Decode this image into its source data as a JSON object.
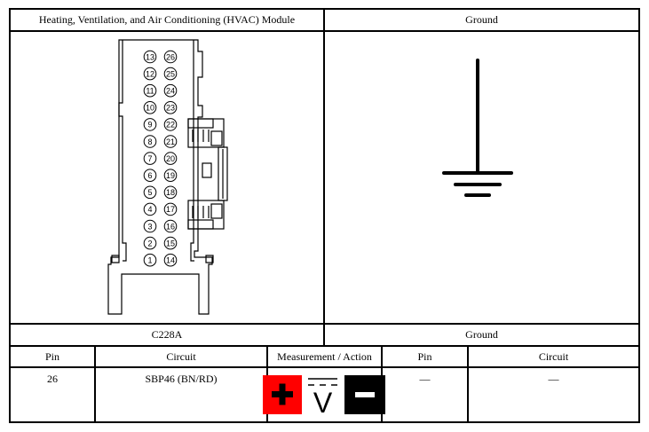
{
  "header": {
    "left_title": "Heating, Ventilation, and Air Conditioning (HVAC) Module",
    "right_title": "Ground"
  },
  "connector": {
    "left_pins_top_to_bottom": [
      "13",
      "12",
      "11",
      "10",
      "9",
      "8",
      "7",
      "6",
      "5",
      "4",
      "3",
      "2",
      "1"
    ],
    "right_pins_top_to_bottom": [
      "26",
      "25",
      "24",
      "23",
      "22",
      "21",
      "20",
      "19",
      "18",
      "17",
      "16",
      "15",
      "14"
    ]
  },
  "labels": {
    "connector_id": "C228A",
    "ground_label": "Ground"
  },
  "table": {
    "columns": [
      "Pin",
      "Circuit",
      "Measurement / Action",
      "Pin",
      "Circuit"
    ],
    "rows": [
      {
        "pin": "26",
        "circuit": "SBP46 (BN/RD)",
        "meter_symbol": "V",
        "pin2": "—",
        "circuit2": "—"
      }
    ]
  },
  "colors": {
    "positive_lead": "#ff0000",
    "negative_lead": "#000000"
  },
  "icons": [
    "ground-symbol-icon",
    "connector-face-icon",
    "positive-probe-icon",
    "dc-voltage-icon",
    "negative-probe-icon"
  ]
}
